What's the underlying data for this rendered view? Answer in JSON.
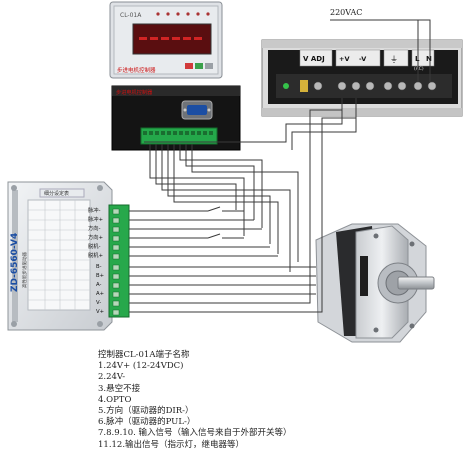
{
  "power_label": "220VAC",
  "controller": {
    "model": "CL-01A",
    "panel_label": "步进电机控制器",
    "terminal_label": "步进电机控制器"
  },
  "psu": {
    "v_adj": "V ADJ",
    "plus_v": "+V",
    "minus_v": "-V",
    "ground_symbol": "⏚",
    "l_terminal": "L",
    "n_terminal": "N",
    "ac_mark": "(AC)"
  },
  "driver": {
    "model": "ZD-6560-V4",
    "subtitle": "高性能步进驱动器",
    "top_label": "细分设定表",
    "pin_labels": [
      "脉冲-",
      "脉冲+",
      "方向-",
      "方向+",
      "脱机-",
      "脱机+",
      "B-",
      "B+",
      "A-",
      "A+",
      "V-",
      "V+"
    ]
  },
  "notes": {
    "title": "控制器CL-01A端子名称",
    "lines": [
      "1.24V+ (12-24VDC)",
      "2.24V-",
      "3.悬空不接",
      "4.OPTO",
      "5.方向（驱动器的DIR-）",
      "6.脉冲（驱动器的PUL-）",
      "7.8.9.10. 输入信号（输入信号来自于外部开关等）",
      "11.12.输出信号（指示灯，继电器等）"
    ]
  }
}
